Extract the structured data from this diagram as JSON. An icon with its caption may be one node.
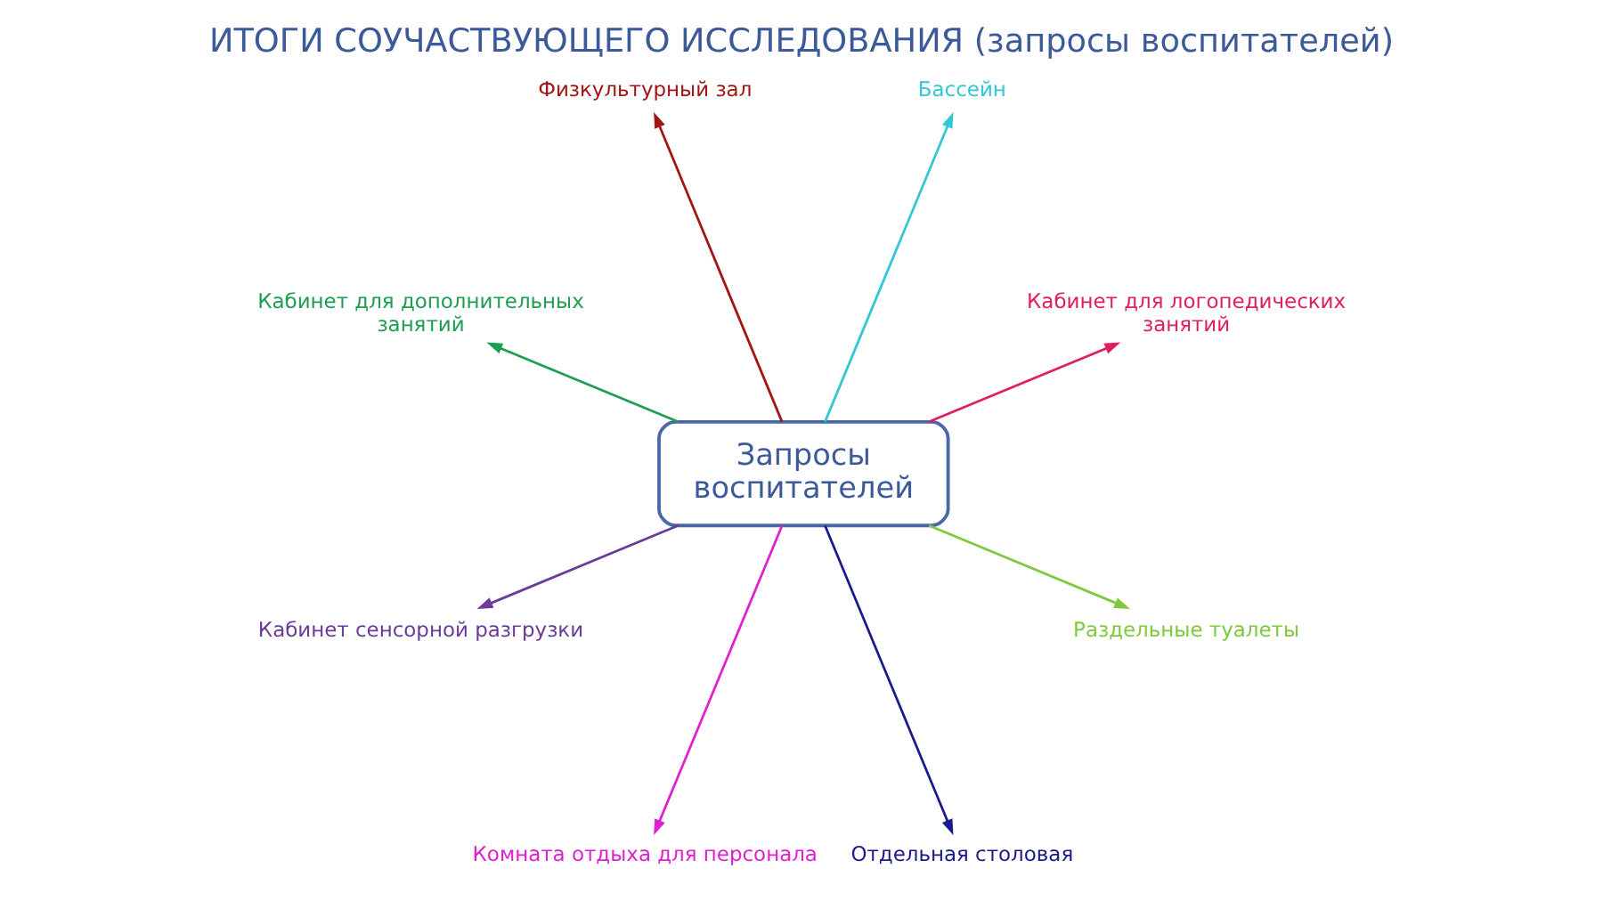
{
  "diagram": {
    "title": "ИТОГИ СОУЧАСТВУЮЩЕГО ИССЛЕДОВАНИЯ (запросы воспитателей)",
    "nodes": [
      {
        "text": [
          "Запросы воспитателей"
        ]
      },
      {
        "text": [
          "Физкультурный зал"
        ]
      },
      {
        "text": [
          "Кабинет для дополнительных занятий"
        ]
      },
      {
        "text": [
          "Кабинет сенсорной разгрузки"
        ]
      },
      {
        "text": [
          "Комната отдыха для персонала"
        ]
      },
      {
        "text": [
          "Бассейн"
        ]
      },
      {
        "text": [
          "Кабинет для логопедических занятий"
        ]
      },
      {
        "text": [
          "Раздельные туалеты"
        ]
      },
      {
        "text": [
          "Отдельная столовая"
        ]
      }
    ],
    "edges": [
      {
        "from": 0,
        "to": 1,
        "arrow": "to",
        "color": "#a31515"
      },
      {
        "from": 0,
        "to": 2,
        "arrow": "to",
        "color": "#1e9e50"
      },
      {
        "from": 0,
        "to": 3,
        "arrow": "to",
        "color": "#6b3b9a"
      },
      {
        "from": 0,
        "to": 4,
        "arrow": "to",
        "color": "#e020d0"
      },
      {
        "from": 0,
        "to": 5,
        "arrow": "to",
        "color": "#33c6d6"
      },
      {
        "from": 0,
        "to": 6,
        "arrow": "to",
        "color": "#e0205a"
      },
      {
        "from": 0,
        "to": 7,
        "arrow": "to",
        "color": "#80c83c"
      },
      {
        "from": 0,
        "to": 8,
        "arrow": "to",
        "color": "#1a1a8c"
      }
    ]
  }
}
